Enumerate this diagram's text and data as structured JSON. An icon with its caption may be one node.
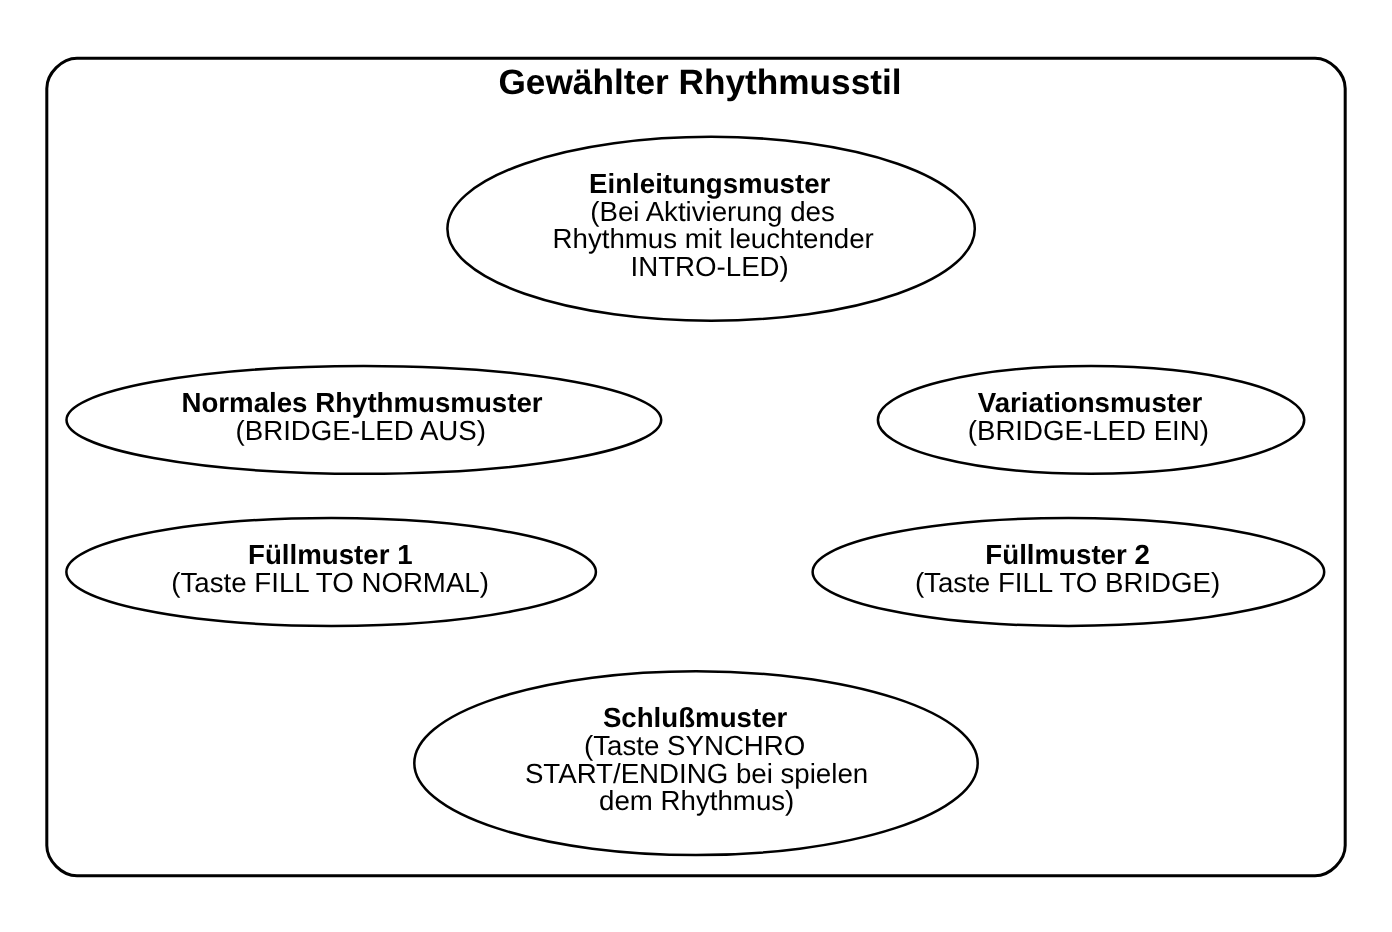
{
  "diagram": {
    "nodes": [
      {
        "text": [
          "Gewählter Rhythmusstil"
        ]
      },
      {
        "text": [
          "Einleitungsmuster",
          "(Bei Aktivierung des Rhythmus mit leuchtender INTRO-LED)"
        ],
        "in": 0
      },
      {
        "text": [
          "Normales Rhythmusmuster",
          "(BRIDGE-LED AUS)"
        ],
        "in": 0
      },
      {
        "text": [
          "Variationsmuster",
          "(BRIDGE-LED EIN)"
        ],
        "in": 0
      },
      {
        "text": [
          "Füllmuster 1",
          "(Taste FILL TO NORMAL)"
        ],
        "in": 0
      },
      {
        "text": [
          "Füllmuster 2",
          "(Taste FILL TO BRIDGE)"
        ],
        "in": 0
      },
      {
        "text": [
          "Schlußmuster",
          "(Taste SYNCHRO START/ENDING bei spielen dem Rhythmus)"
        ],
        "in": 0
      }
    ],
    "edges": []
  }
}
